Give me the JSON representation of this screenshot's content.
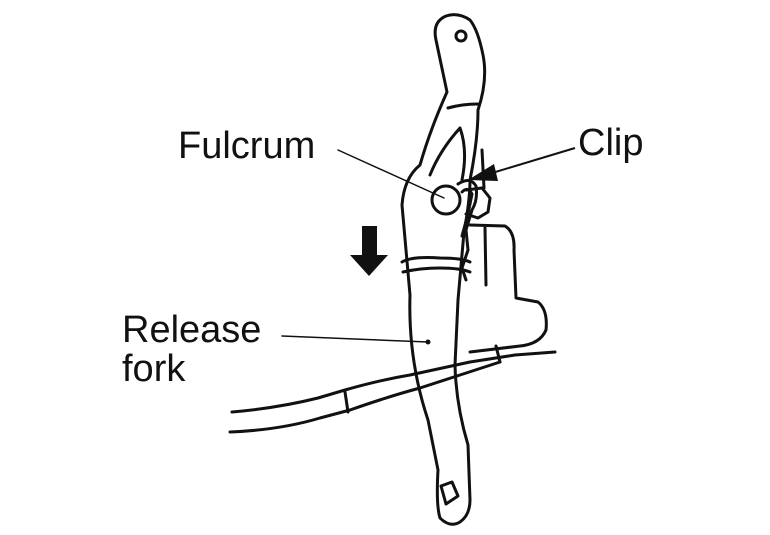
{
  "labels": {
    "fulcrum": "Fulcrum",
    "clip": "Clip",
    "release_line1": "Release",
    "release_line2": "fork"
  },
  "colors": {
    "ink": "#111111",
    "paper": "#ffffff"
  },
  "icons": {
    "direction_arrow": "arrow-down-icon"
  }
}
